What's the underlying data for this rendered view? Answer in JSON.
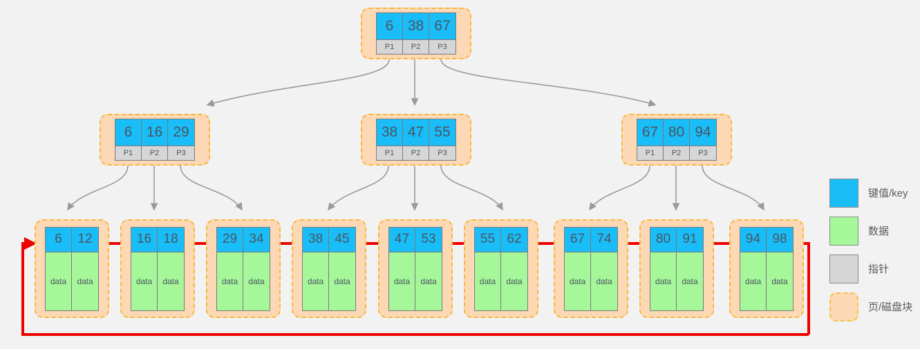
{
  "diagram": {
    "type": "b-plus-tree",
    "background_color": "#f2f2f2",
    "colors": {
      "key": "#19bdf7",
      "data": "#a5f79a",
      "pointer": "#d6d6d6",
      "page": "#fcd9b4",
      "page_border": "#f5b83d",
      "edge": "#9a9a9a",
      "linked_list": "#ee0000"
    },
    "root": {
      "keys": [
        "6",
        "38",
        "67"
      ],
      "pointers": [
        "P1",
        "P2",
        "P3"
      ]
    },
    "internal": [
      {
        "keys": [
          "6",
          "16",
          "29"
        ],
        "pointers": [
          "P1",
          "P2",
          "P3"
        ]
      },
      {
        "keys": [
          "38",
          "47",
          "55"
        ],
        "pointers": [
          "P1",
          "P2",
          "P3"
        ]
      },
      {
        "keys": [
          "67",
          "80",
          "94"
        ],
        "pointers": [
          "P1",
          "P2",
          "P3"
        ]
      }
    ],
    "leaves": [
      {
        "keys": [
          "6",
          "12"
        ],
        "data": [
          "data",
          "data"
        ]
      },
      {
        "keys": [
          "16",
          "18"
        ],
        "data": [
          "data",
          "data"
        ]
      },
      {
        "keys": [
          "29",
          "34"
        ],
        "data": [
          "data",
          "data"
        ]
      },
      {
        "keys": [
          "38",
          "45"
        ],
        "data": [
          "data",
          "data"
        ]
      },
      {
        "keys": [
          "47",
          "53"
        ],
        "data": [
          "data",
          "data"
        ]
      },
      {
        "keys": [
          "55",
          "62"
        ],
        "data": [
          "data",
          "data"
        ]
      },
      {
        "keys": [
          "67",
          "74"
        ],
        "data": [
          "data",
          "data"
        ]
      },
      {
        "keys": [
          "80",
          "91"
        ],
        "data": [
          "data",
          "data"
        ]
      },
      {
        "keys": [
          "94",
          "98"
        ],
        "data": [
          "data",
          "data"
        ]
      }
    ]
  },
  "legend": {
    "items": [
      {
        "swatch": "key-swatch",
        "label": "键值/key"
      },
      {
        "swatch": "data-swatch",
        "label": "数据"
      },
      {
        "swatch": "pointer-swatch",
        "label": "指针"
      },
      {
        "swatch": "page-swatch",
        "label": "页/磁盘块"
      }
    ]
  }
}
